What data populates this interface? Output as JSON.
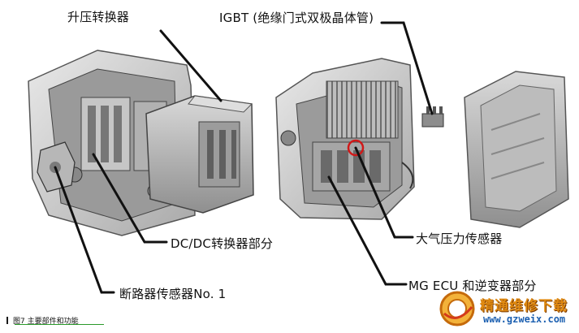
{
  "labels": {
    "boost_converter": "升压转换器",
    "igbt": "IGBT (绝缘门式双极晶体管)",
    "dcdc": "DC/DC转换器部分",
    "breaker_sensor": "断路器传感器No. 1",
    "atm_sensor": "大气压力传感器",
    "mg_ecu": "MG ECU 和逆变器部分"
  },
  "caption": "图7  主要部件和功能",
  "watermark": {
    "site_name": "精通维修下载",
    "url": "www.gzweix.com"
  },
  "colors": {
    "leader_line": "#111111",
    "highlight_circle": "#d01818",
    "watermark_orange": "#e08a12",
    "watermark_blue": "#1b5fb0"
  }
}
